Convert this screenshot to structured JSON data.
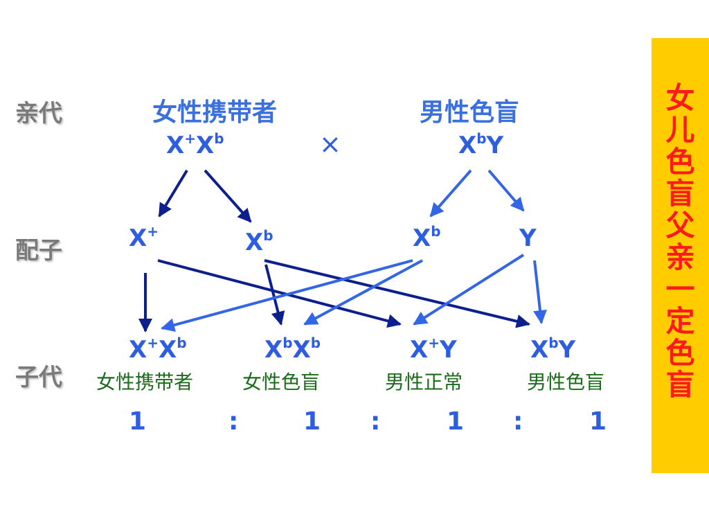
{
  "generations": {
    "parent": "亲代",
    "gamete": "配子",
    "offspring": "子代"
  },
  "parents": {
    "female": {
      "label": "女性携带者",
      "base1": "X",
      "sup1": "+",
      "base2": "X",
      "sup2": "b"
    },
    "cross_symbol": "×",
    "male": {
      "label": "男性色盲",
      "base1": "X",
      "sup1": "b",
      "base2": "Y",
      "sup2": ""
    }
  },
  "gametes": [
    {
      "base": "X",
      "sup": "+"
    },
    {
      "base": "X",
      "sup": "b"
    },
    {
      "base": "X",
      "sup": "b"
    },
    {
      "base": "Y",
      "sup": ""
    }
  ],
  "offspring": [
    {
      "base1": "X",
      "sup1": "+",
      "base2": "X",
      "sup2": "b",
      "phenotype": "女性携带者"
    },
    {
      "base1": "X",
      "sup1": "b",
      "base2": "X",
      "sup2": "b",
      "phenotype": "女性色盲"
    },
    {
      "base1": "X",
      "sup1": "+",
      "base2": "Y",
      "sup2": "",
      "phenotype": "男性正常"
    },
    {
      "base1": "X",
      "sup1": "b",
      "base2": "Y",
      "sup2": "",
      "phenotype": "男性色盲"
    }
  ],
  "ratio": {
    "values": [
      "1",
      "1",
      "1",
      "1"
    ],
    "separator": ":"
  },
  "side_note": "女儿色盲父亲一定色盲",
  "colors": {
    "maternal_arrow": "#0d1f8c",
    "paternal_arrow": "#3366e6",
    "banner_bg": "#ffcc00",
    "banner_text": "#ff1a1a",
    "phenotype_text": "#1a6b1a"
  }
}
